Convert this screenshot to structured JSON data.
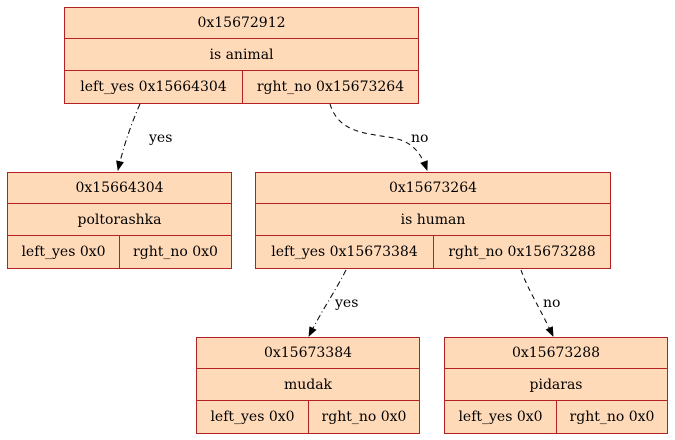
{
  "nodes": [
    {
      "id": "0x15672912",
      "title": "0x15672912",
      "label": "is animal",
      "left": "left_yes 0x15664304",
      "right": "rght_no 0x15673264"
    },
    {
      "id": "0x15664304",
      "title": "0x15664304",
      "label": "poltorashka",
      "left": "left_yes 0x0",
      "right": "rght_no 0x0"
    },
    {
      "id": "0x15673264",
      "title": "0x15673264",
      "label": "is human",
      "left": "left_yes 0x15673384",
      "right": "rght_no 0x15673288"
    },
    {
      "id": "0x15673384",
      "title": "0x15673384",
      "label": "mudak",
      "left": "left_yes 0x0",
      "right": "rght_no 0x0"
    },
    {
      "id": "0x15673288",
      "title": "0x15673288",
      "label": "pidaras",
      "left": "left_yes 0x0",
      "right": "rght_no 0x0"
    }
  ],
  "edges": [
    {
      "from": "0x15672912",
      "to": "0x15664304",
      "label": "yes"
    },
    {
      "from": "0x15672912",
      "to": "0x15673264",
      "label": "no"
    },
    {
      "from": "0x15673264",
      "to": "0x15673384",
      "label": "yes"
    },
    {
      "from": "0x15673264",
      "to": "0x15673288",
      "label": "no"
    }
  ],
  "colors": {
    "node_fill": "#ffdab9",
    "node_border": "#b22222",
    "edge": "#000000",
    "background": "#ffffff"
  }
}
